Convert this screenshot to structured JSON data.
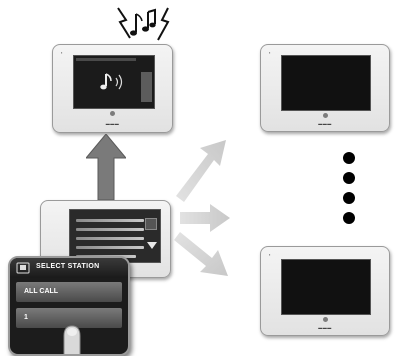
{
  "panel": {
    "title": "SELECT STATION",
    "rows": [
      {
        "label": "ALL CALL"
      },
      {
        "label": "1"
      }
    ]
  },
  "colors": {
    "arrow": "#7a7a7a",
    "arrow_faded": "#d0d0d0",
    "screen": "#111111",
    "device_frame": "#e6e6e6",
    "ellipsis_dots": "#000000"
  },
  "icons": {
    "notes": "music-note-lightning-icon",
    "up": "up-arrow-icon",
    "station": "station-icon",
    "hand": "pointing-finger-icon",
    "broadcast": "broadcast-arrow-icon"
  }
}
